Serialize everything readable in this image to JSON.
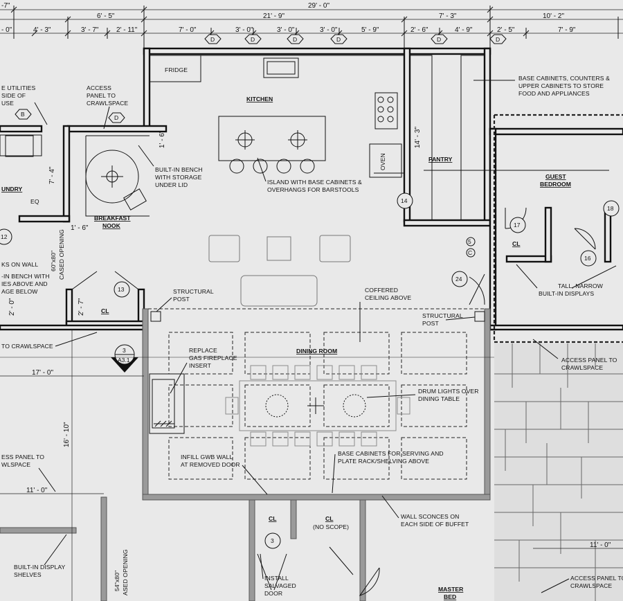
{
  "dimensions": {
    "top_row1": [
      "-7\"",
      "29' - 0\""
    ],
    "top_row2": [
      "- 0\"",
      "4' - 3\"",
      "6' - 5\"",
      "21' - 9\"",
      "7' - 3\"",
      "10' - 2\""
    ],
    "top_row3": [
      "3' - 7\"",
      "2' - 11\"",
      "7' - 0\"",
      "3' - 0\"",
      "3' - 0\"",
      "3' - 0\"",
      "5' - 9\"",
      "2' - 6\"",
      "4' - 9\"",
      "2' - 5\"",
      "7' - 9\""
    ],
    "pantry_depth": "14' - 3\"",
    "bench_depth": "1' - 6\"",
    "laundry_depth": "7' - 4\"",
    "nook_offset": "1' - 6\"",
    "closet_depth": "2' - 7\"",
    "left_offset": "2' - 0\"",
    "left_width1": "17' - 0\"",
    "left_height": "16' - 10\"",
    "left_width2": "11' - 0\"",
    "right_width": "11' - 0\""
  },
  "rooms": {
    "kitchen": "KITCHEN",
    "pantry": "PANTRY",
    "guest_line1": "GUEST",
    "guest_line2": "BEDROOM",
    "laundry": "UNDRY",
    "nook_line1": "BREAKFAST",
    "nook_line2": "NOOK",
    "dining": "DINING ROOM",
    "closet": "CL",
    "master_line1": "MASTER",
    "master_line2": "BED",
    "no_scope": "(NO SCOPE)"
  },
  "fixtures": {
    "fridge": "FRIDGE",
    "oven": "OVEN",
    "eq": "EQ",
    "cased_opening_a": "60\"x80\"",
    "cased_opening_b": "CASED OPENING",
    "cased_opening_c": "54\"x80\"",
    "cased_opening_d": "ASED OPENING"
  },
  "tags": {
    "d": "D",
    "b": "B",
    "n14": "14",
    "n12": "12",
    "n13": "13",
    "n17": "17",
    "n18": "18",
    "n16": "16",
    "n5": "5",
    "nc": "C",
    "n24": "24",
    "n3": "3",
    "section_num": "3",
    "section_sheet": "A3.1"
  },
  "notes": {
    "utilities": [
      "E UTILITIES",
      "SIDE OF",
      "USE"
    ],
    "access_panel_top": [
      "ACCESS",
      "PANEL TO",
      "CRAWLSPACE"
    ],
    "base_cabinets": [
      "BASE CABINETS, COUNTERS &",
      "UPPER CABINETS TO STORE",
      "FOOD AND APPLIANCES"
    ],
    "bench": [
      "BUILT-IN BENCH",
      "WITH STORAGE",
      "UNDER LID"
    ],
    "island": [
      "ISLAND WITH BASE CABINETS &",
      "OVERHANGS FOR BARSTOOLS"
    ],
    "work_left": [
      "KS ON WALL",
      "-IN BENCH WITH",
      "IES ABOVE AND",
      "AGE BELOW"
    ],
    "structural_left": [
      "STRUCTURAL",
      "POST"
    ],
    "coffered": [
      "COFFERED",
      "CEILING ABOVE"
    ],
    "structural_right": [
      "STRUCTURAL",
      "POST"
    ],
    "tall_displays": [
      "TALL, NARROW",
      "BUILT-IN DISPLAYS"
    ],
    "crawl_left": "TO CRAWLSPACE",
    "fireplace": [
      "REPLACE",
      "GAS FIREPLACE",
      "INSERT"
    ],
    "access_right": [
      "ACCESS PANEL TO",
      "CRAWLSPACE"
    ],
    "drum_lights": [
      "DRUM LIGHTS OVER",
      "DINING TABLE"
    ],
    "access_left_low": [
      "ESS PANEL TO",
      "WLSPACE"
    ],
    "infill": [
      "INFILL GWB WALL",
      "AT REMOVED DOOR"
    ],
    "serving": [
      "BASE CABINETS FOR SERVING AND",
      "PLATE RACK/SHELVING ABOVE"
    ],
    "sconces": [
      "WALL SCONCES ON",
      "EACH SIDE OF BUFFET"
    ],
    "display_shelves": [
      "BUILT-IN DISPLAY",
      "SHELVES"
    ],
    "salvaged_door": [
      "INSTALL",
      "SALVAGED",
      "DOOR"
    ],
    "access_bottom_right": [
      "ACCESS PANEL TO",
      "CRAWLSPACE"
    ]
  }
}
